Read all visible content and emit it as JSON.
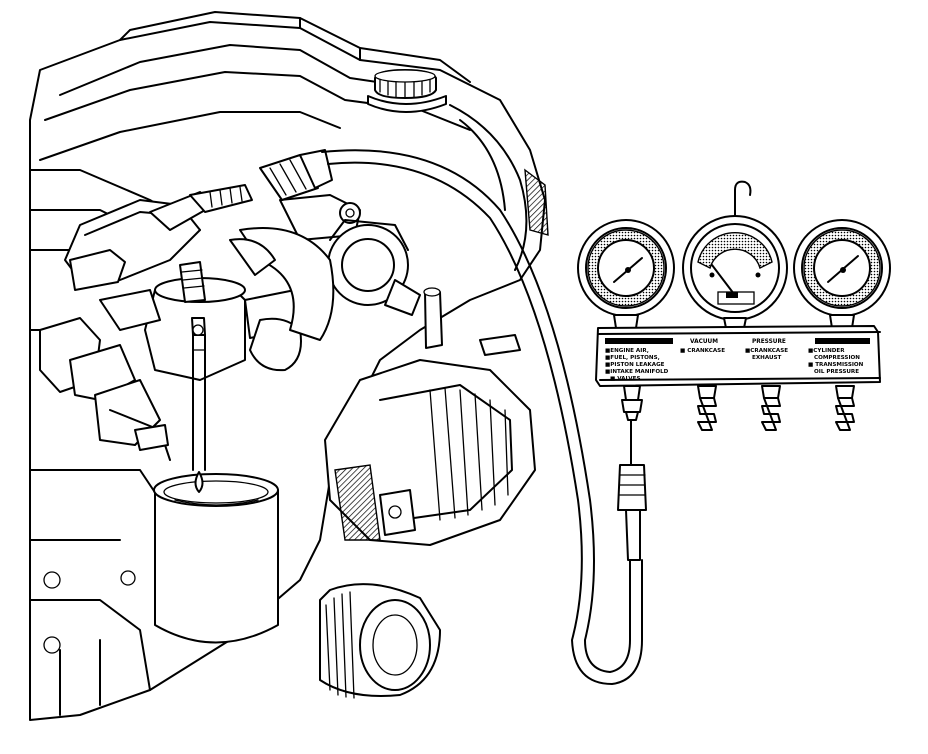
{
  "figure": {
    "panel_headings": [
      "VACUUM",
      "PRESSURE"
    ],
    "panel_labels": [
      [
        "■ENGINE AIR,",
        "■FUEL, PISTONS,",
        "■PISTON LEAKAGE",
        "■INTAKE MANIFOLD",
        "■ VALVES"
      ],
      [
        "■ CRANKCASE"
      ],
      [
        "■CRANKCASE",
        "EXHAUST"
      ],
      [
        "■CYLINDER",
        "COMPRESSION",
        "■ TRANSMISSION",
        "OIL PRESSURE"
      ]
    ],
    "colors": {
      "line": "#000000",
      "background": "#ffffff"
    }
  }
}
